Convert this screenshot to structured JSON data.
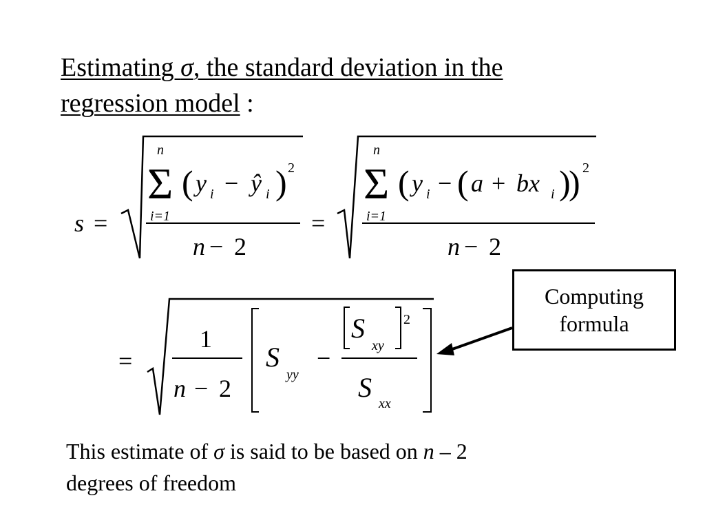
{
  "heading": {
    "line1_prefix": "Estimating ",
    "sigma": "σ",
    "line1_suffix": ", the standard deviation in the",
    "line2": "regression model",
    "line2_tail": " :"
  },
  "equation": {
    "s": "s",
    "eq": "=",
    "sigma_upper": "n",
    "sigma_lower": "i=1",
    "sum": "Σ",
    "term1": "(yᵢ − ŷᵢ)",
    "y": "y",
    "sub_i": "i",
    "yhat": "ŷ",
    "minus": "−",
    "lparen": "(",
    "rparen": ")",
    "sq": "2",
    "a": "a",
    "plus": "+",
    "bx": "bx",
    "denom_n": "n",
    "denom_2": "2",
    "one": "1",
    "S": "S",
    "sub_yy": "yy",
    "sub_xy": "xy",
    "sub_xx": "xx"
  },
  "callout": {
    "line1": "Computing",
    "line2": "formula"
  },
  "footer": {
    "prefix": "This estimate of ",
    "sigma": "σ",
    "middle": " is said to be based on ",
    "n": "n",
    "suffix": " – 2",
    "line2": "degrees of freedom"
  }
}
